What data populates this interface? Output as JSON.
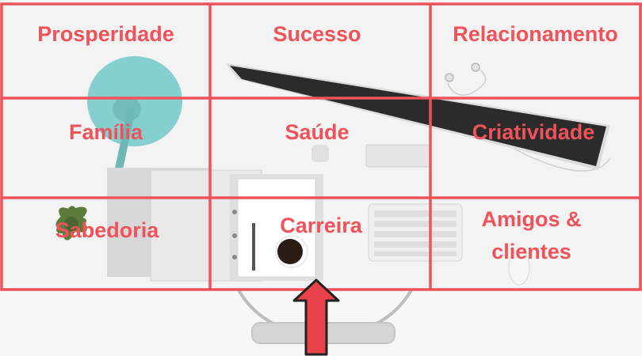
{
  "bagua": {
    "cells": [
      {
        "id": "prosperidade",
        "label": "Prosperidade"
      },
      {
        "id": "sucesso",
        "label": "Sucesso"
      },
      {
        "id": "relacionamento",
        "label": "Relacionamento"
      },
      {
        "id": "familia",
        "label": "Família"
      },
      {
        "id": "saude",
        "label": "Saúde"
      },
      {
        "id": "criatividade",
        "label": "Criatividade"
      },
      {
        "id": "sabedoria",
        "label": "Sabedoria"
      },
      {
        "id": "carreira",
        "label": "Carreira"
      },
      {
        "id": "amigos",
        "label_line1": "Amigos &",
        "label_line2": "clientes"
      }
    ]
  },
  "colors": {
    "grid_line": "#f0525a",
    "label": "#f0525a",
    "arrow_fill": "#e8434b",
    "arrow_outline": "#222222",
    "lamp": "#86cfcf",
    "monitor_screen": "#2b2b2b",
    "desk_background": "#f3f3f3"
  },
  "icons": [
    "lamp-icon",
    "monitor-icon",
    "keyboard-icon",
    "mouse-icon",
    "plant-icon",
    "coffee-cup-icon",
    "notebook-icon",
    "pen-icon",
    "headphones-icon",
    "chair-icon",
    "entrance-arrow-icon"
  ]
}
